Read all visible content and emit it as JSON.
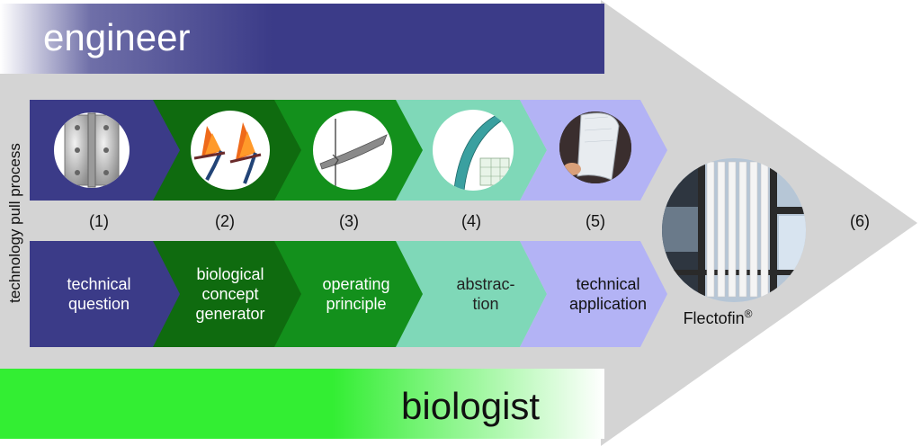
{
  "top_banner": {
    "label": "engineer"
  },
  "bottom_banner": {
    "label": "biologist"
  },
  "side_label": "technology pull process",
  "steps": [
    {
      "number": "(1)",
      "lines": [
        "technical",
        "question"
      ],
      "color": "#3b3b88",
      "image_icon": "hinge-icon"
    },
    {
      "number": "(2)",
      "lines": [
        "biological",
        "concept",
        "generator"
      ],
      "color": "#0f6b0f",
      "image_icon": "bird-of-paradise-flower-icon"
    },
    {
      "number": "(3)",
      "lines": [
        "operating",
        "principle"
      ],
      "color": "#13901c",
      "image_icon": "bending-leaf-icon"
    },
    {
      "number": "(4)",
      "lines": [
        "abstrac-",
        "tion"
      ],
      "color": "#7fd8b8",
      "image_icon": "bending-beam-model-icon"
    },
    {
      "number": "(5)",
      "lines": [
        "technical",
        "application"
      ],
      "color": "#b3b3f5",
      "image_icon": "flexible-sheet-icon"
    }
  ],
  "final": {
    "number": "(6)",
    "label": "Flectofin",
    "mark": "®",
    "image_icon": "facade-louvre-icon"
  },
  "colors": {
    "arrow_bg": "#d4d4d4",
    "engineer": "#3b3b88",
    "biologist": "#33ee33"
  }
}
